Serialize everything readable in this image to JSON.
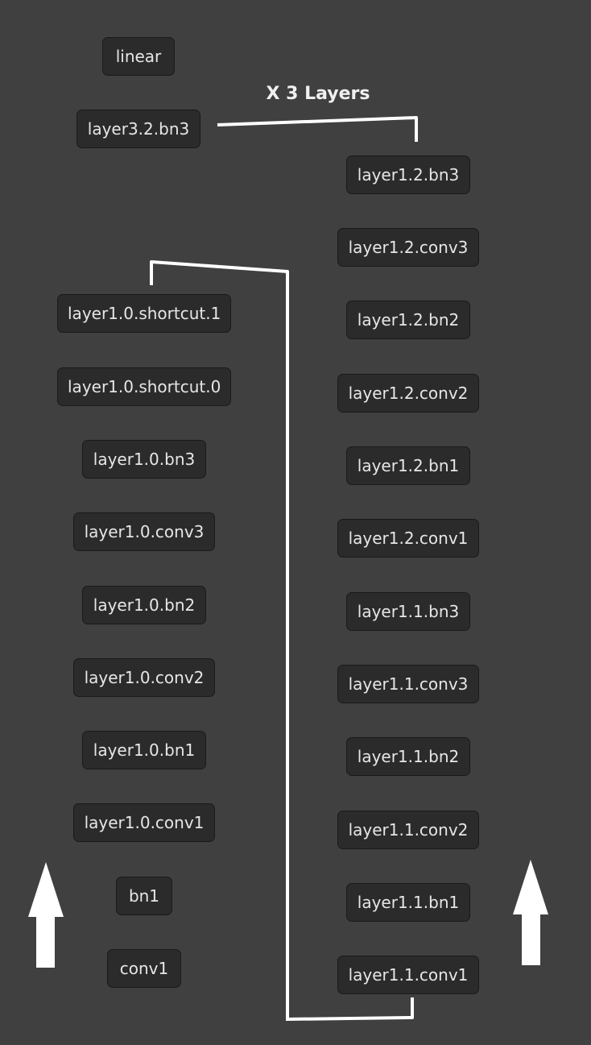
{
  "diagram": {
    "title": "X 3 Layers",
    "colors": {
      "background": "#404040",
      "node_fill": "#2b2b2b",
      "node_border": "#1a1a1a",
      "node_text": "#e6e6e6",
      "connector": "#ffffff"
    },
    "left_column": [
      "linear",
      "layer3.2.bn3",
      "layer1.0.shortcut.1",
      "layer1.0.shortcut.0",
      "layer1.0.bn3",
      "layer1.0.conv3",
      "layer1.0.bn2",
      "layer1.0.conv2",
      "layer1.0.bn1",
      "layer1.0.conv1",
      "bn1",
      "conv1"
    ],
    "right_column": [
      "layer1.2.bn3",
      "layer1.2.conv3",
      "layer1.2.bn2",
      "layer1.2.conv2",
      "layer1.2.bn1",
      "layer1.2.conv1",
      "layer1.1.bn3",
      "layer1.1.conv3",
      "layer1.1.bn2",
      "layer1.1.conv2",
      "layer1.1.bn1",
      "layer1.1.conv1"
    ],
    "arrows": [
      {
        "name": "left-up-arrow",
        "direction": "up"
      },
      {
        "name": "right-up-arrow",
        "direction": "up"
      }
    ]
  }
}
